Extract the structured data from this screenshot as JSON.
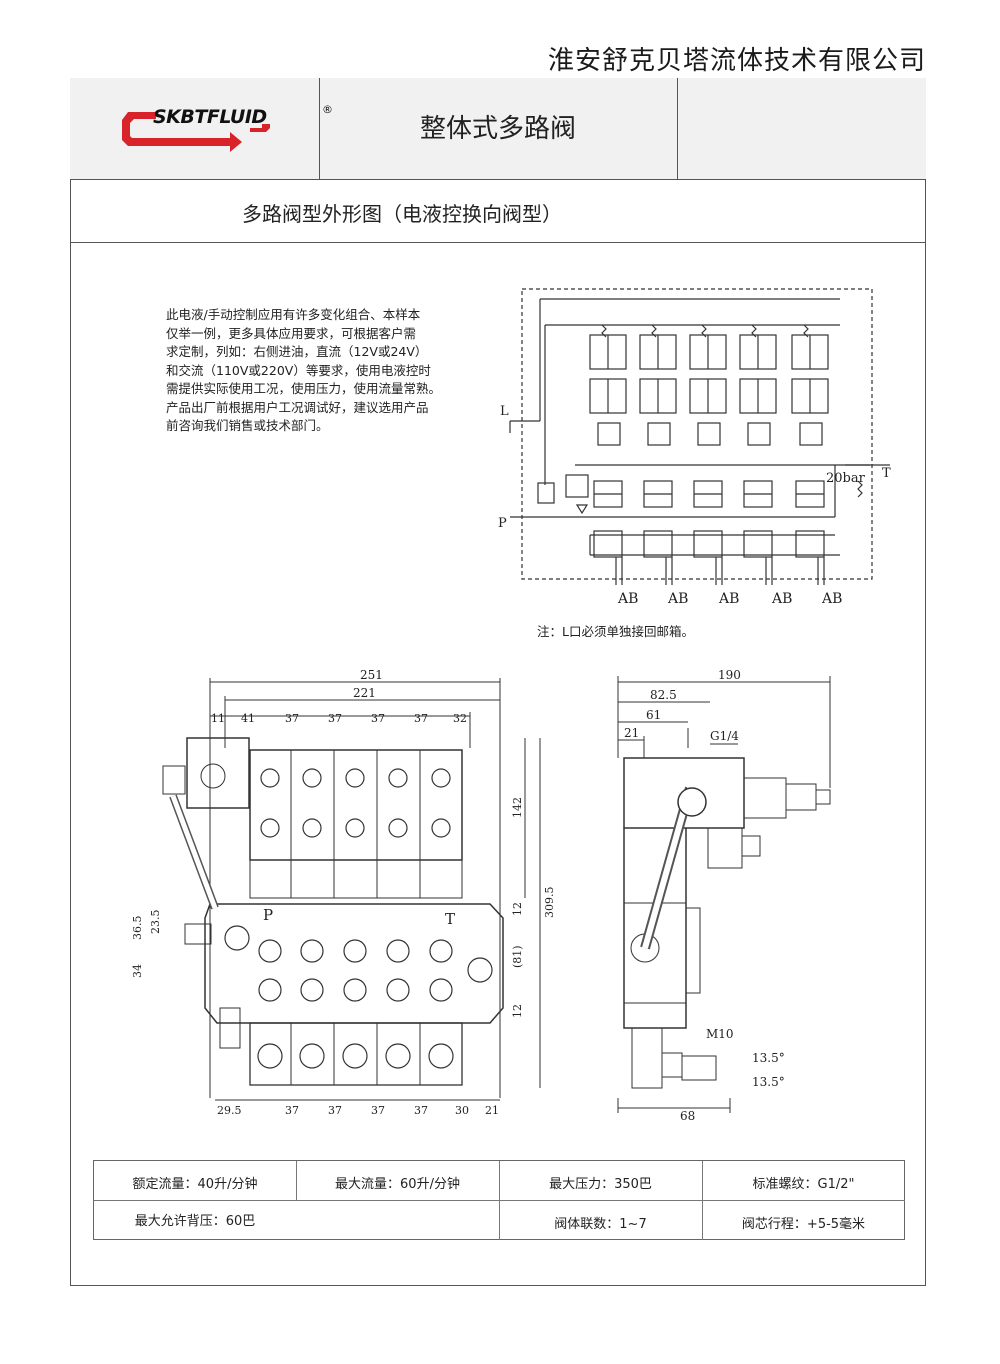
{
  "company": "淮安舒克贝塔流体技术有限公司",
  "header": {
    "logo_text": "SKBTFLUID",
    "logo_mark": "®",
    "title": "整体式多路阀"
  },
  "subtitle": "多路阀型外形图（电液控换向阀型）",
  "description": [
    "此电液/手动控制应用有许多变化组合、本样本",
    "仅举一例，更多具体应用要求，可根据客户需",
    "求定制，列如：右侧进油，直流（12V或24V）",
    "和交流（110V或220V）等要求，使用电液控时",
    "需提供实际使用工况，使用压力，使用流量常熟。",
    "产品出厂前根据用户工况调试好，建议选用产品",
    "前咨询我们销售或技术部门。"
  ],
  "schematic": {
    "port_L": "L",
    "port_P": "P",
    "port_T": "T",
    "pressure": "20bar",
    "outputs": [
      "AB",
      "AB",
      "AB",
      "AB",
      "AB"
    ],
    "note": "注：L口必须单独接回邮箱。"
  },
  "front_view": {
    "dim_total": "251",
    "dim_inner": "221",
    "top_dims": [
      "11",
      "41",
      "37",
      "37",
      "37",
      "37",
      "32"
    ],
    "bottom_dims": [
      "29.5",
      "37",
      "37",
      "37",
      "37",
      "30",
      "21"
    ],
    "right_dims": [
      "142",
      "12",
      "309.5",
      "(81)",
      "12"
    ],
    "left_dims": [
      "36.5",
      "23.5",
      "34"
    ],
    "label_P": "P",
    "label_T": "T"
  },
  "side_view": {
    "dim_190": "190",
    "dim_82_5": "82.5",
    "dim_61": "61",
    "dim_21": "21",
    "thread": "G1/4",
    "m10": "M10",
    "angle1": "13.5°",
    "angle2": "13.5°",
    "dim_68": "68"
  },
  "specs": {
    "rated_flow": "额定流量：40升/分钟",
    "max_flow": "最大流量：60升/分钟",
    "max_pressure": "最大压力：350巴",
    "thread": "标准螺纹：G1/2\"",
    "back_pressure": "最大允许背压：60巴",
    "sections": "阀体联数：1~7",
    "spool_travel": "阀芯行程：+5-5毫米"
  }
}
